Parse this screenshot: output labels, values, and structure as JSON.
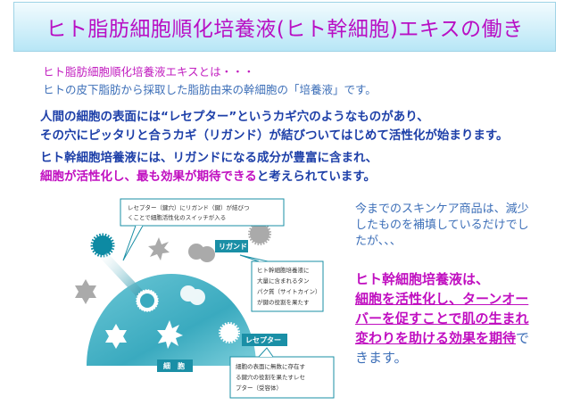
{
  "title": "ヒト脂肪細胞順化培養液(ヒト幹細胞)エキスの働き",
  "intro": {
    "heading": "ヒト脂肪細胞順化培養液エキスとは・・・",
    "line": "ヒトの皮下脂肪から採取した脂肪由来の幹細胞の「培養液」です。"
  },
  "para1": {
    "line1": "人間の細胞の表面には“レセプター”というカギ穴のようなものがあり、",
    "line2": "その穴にピッタリと合うカギ（リガンド）が結びついてはじめて活性化が始まります。"
  },
  "para2": {
    "line1": "ヒト幹細胞培養液には、リガンドになる成分が豊富に含まれ、",
    "line2_highlight": "細胞が活性化し、最も効果が期待できる",
    "line2_rest": "と考えられています。"
  },
  "diagram": {
    "callout_top": [
      "レセプター（鍵穴）にリガンド（鍵）が結びつ",
      "くことで細胞活性化のスイッチが入る"
    ],
    "ligand_label": "リガンド",
    "ligand_desc": [
      "ヒト幹細胞培養液に",
      "大量に含まれるタン",
      "パク質（サイトカイン）",
      "が鍵の役割を果たす"
    ],
    "receptor_label": "レセプター",
    "receptor_desc": [
      "細胞の表面に無数に存在す",
      "る鍵穴の役割を果たすレセ",
      "プター（受容体）"
    ],
    "cell_label": "細　胞",
    "colors": {
      "cell": "#3fb0c4",
      "accent": "#1a8fa6",
      "gray": "#a9a9a9"
    }
  },
  "side": {
    "text": "今までのスキンケア商品は、減少したものを補填しているだけでしたが、、、",
    "highlight_head": "ヒト幹細胞培養液は、",
    "highlight_underlined": "細胞を活性化し、ターンオーバーを促すことで肌の生まれ変わりを助ける効果を期待",
    "tail": "できます。"
  }
}
